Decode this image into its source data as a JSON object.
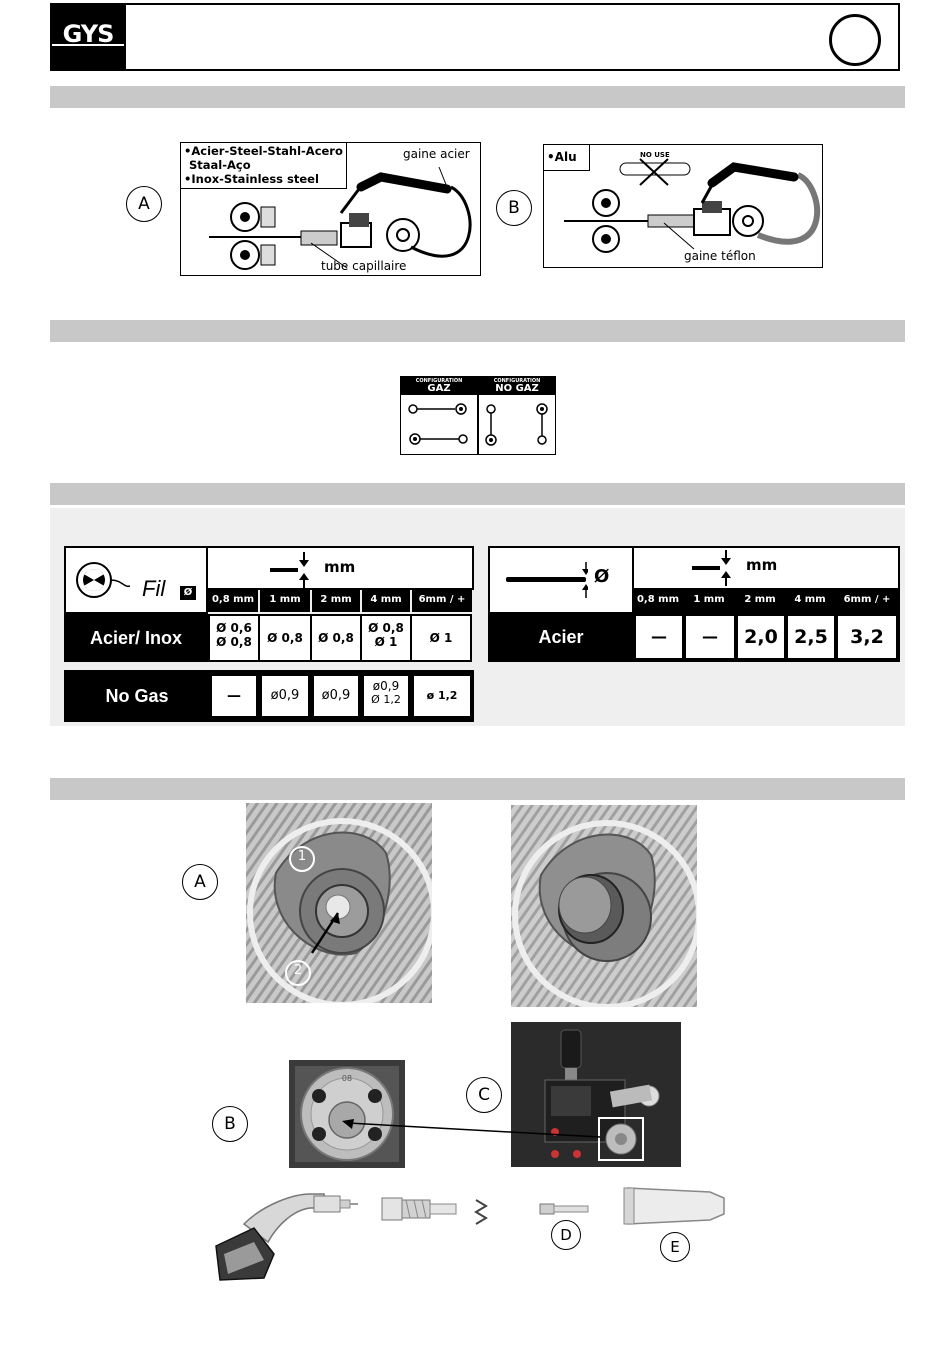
{
  "header": {
    "logo_text": "GYS"
  },
  "section_a_figs": {
    "steel_box_lines": [
      "•Acier-Steel-Stahl-Acero",
      "Staal-Aço",
      "•Inox-Stainless steel"
    ],
    "label_gaine_acier": "gaine acier",
    "label_tube": "tube capillaire",
    "letter_a": "A",
    "letter_b": "B",
    "alu_label": "•Alu",
    "no_use": "NO USE",
    "label_gaine_teflon": "gaine téflon"
  },
  "config": {
    "gaz_title_small": "CONFIGURATION",
    "gaz_title_big": "GAZ",
    "nogaz_title_small": "CONFIGURATION",
    "nogaz_title_big": "NO GAZ"
  },
  "wire_table": {
    "fil_label": "Fil",
    "diam_symbol": "Ø",
    "unit": "mm",
    "thickness_headers": [
      "0,8 mm",
      "1 mm",
      "2 mm",
      "4 mm",
      "6mm / +"
    ],
    "acier_inox_label": "Acier/ Inox",
    "acier_inox_values": [
      [
        "Ø 0,6",
        "Ø 0,8"
      ],
      [
        "Ø 0,8"
      ],
      [
        "Ø 0,8"
      ],
      [
        "Ø 0,8",
        "Ø 1"
      ],
      [
        "Ø 1"
      ]
    ],
    "no_gas_label": "No Gas",
    "no_gas_values": [
      [
        "—"
      ],
      [
        "ø0,9"
      ],
      [
        "ø0,9"
      ],
      [
        "ø0,9",
        "Ø 1,2"
      ],
      [
        "ø 1,2"
      ]
    ]
  },
  "thick_table": {
    "diam_symbol": "Ø",
    "unit": "mm",
    "thickness_headers": [
      "0,8 mm",
      "1 mm",
      "2 mm",
      "4 mm",
      "6mm / +"
    ],
    "acier_label": "Acier",
    "acier_values": [
      "—",
      "—",
      "2,0",
      "2,5",
      "3,2"
    ]
  },
  "photos": {
    "letter_a": "A",
    "callout_1": "1",
    "callout_2": "2",
    "letter_b": "B",
    "letter_c": "C",
    "roller_stamp": "08",
    "letter_d": "D",
    "letter_e": "E"
  }
}
